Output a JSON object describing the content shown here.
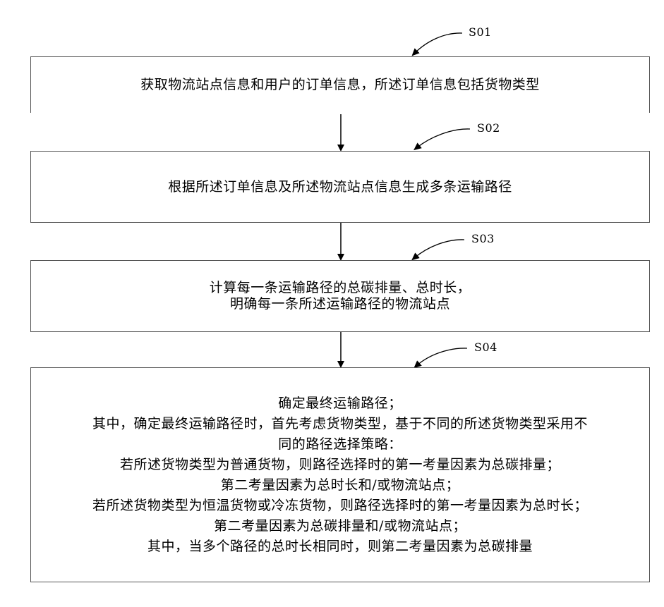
{
  "steps": [
    {
      "id": "S01",
      "lines": [
        "获取物流站点信息和用户的订单信息，所述订单信息包括货物类型"
      ]
    },
    {
      "id": "S02",
      "lines": [
        "根据所述订单信息及所述物流站点信息生成多条运输路径"
      ]
    },
    {
      "id": "S03",
      "lines": [
        "计算每一条运输路径的总碳排量、总时长，",
        "明确每一条所述运输路径的物流站点"
      ]
    },
    {
      "id": "S04",
      "lines": [
        "确定最终运输路径；",
        "其中，确定最终运输路径时，首先考虑货物类型，基于不同的所述货物类型采用不",
        "同的路径选择策略：",
        "若所述货物类型为普通货物，则路径选择时的第一考量因素为总碳排量；",
        "第二考量因素为总时长和/或物流站点；",
        "若所述货物类型为恒温货物或冷冻货物，则路径选择时的第一考量因素为总时长；",
        "第二考量因素为总碳排量和/或物流站点；",
        "其中，当多个路径的总时长相同时，则第二考量因素为总碳排量"
      ]
    }
  ],
  "colors": {
    "border": "#555555",
    "arrow": "#000000",
    "text": "#000000"
  }
}
